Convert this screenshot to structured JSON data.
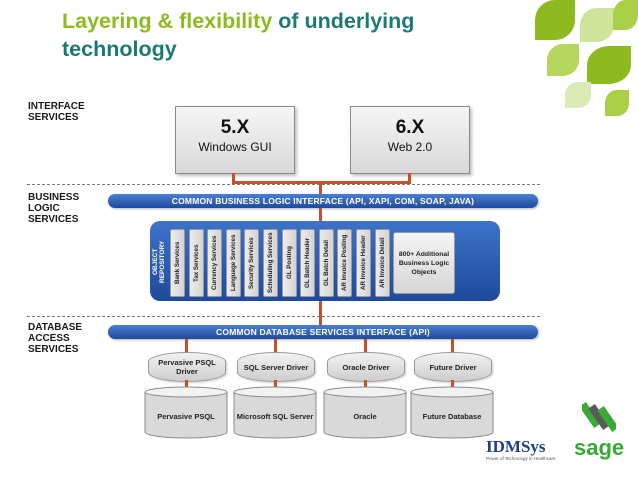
{
  "title": {
    "highlight": "Layering & flexibility",
    "rest": " of underlying technology"
  },
  "sections": {
    "interface": [
      "INTERFACE",
      "SERVICES"
    ],
    "business": [
      "BUSINESS",
      "LOGIC",
      "SERVICES"
    ],
    "database": [
      "DATABASE",
      "ACCESS",
      "SERVICES"
    ]
  },
  "gui_boxes": [
    {
      "version": "5.X",
      "label": "Windows GUI"
    },
    {
      "version": "6.X",
      "label": "Web 2.0"
    }
  ],
  "business_interface": "COMMON BUSINESS LOGIC INTERFACE (API, XAPI, COM, SOAP, JAVA)",
  "object_repository": "OBJECT REPOSITORY",
  "services": [
    "Bank Services",
    "Tax Services",
    "Currency Services",
    "Language Services",
    "Security Services",
    "Scheduling Services",
    "GL Posting",
    "GL Batch Header",
    "GL Batch Detail",
    "AR Invoice Posting",
    "AR Invoice Header",
    "AR Invoice Detail"
  ],
  "more_objects": "800+ Additional Business Logic Objects",
  "database_interface": "COMMON DATABASE SERVICES INTERFACE (API)",
  "drivers": [
    {
      "driver": "Pervasive PSQL Driver",
      "database": "Pervasive PSQL"
    },
    {
      "driver": "SQL Server Driver",
      "database": "Microsoft SQL Server"
    },
    {
      "driver": "Oracle Driver",
      "database": "Oracle"
    },
    {
      "driver": "Future Driver",
      "database": "Future Database"
    }
  ],
  "logos": {
    "idmsys": "IDMSys",
    "idmsys_tagline": "Power of Technology in Healthcare",
    "sage": "sage"
  },
  "colors": {
    "title_teal": "#1d7a73",
    "title_green": "#8dbb1f",
    "interface_blue": "#2a5db0",
    "connector": "#c0522c",
    "sage_green": "#3aa935"
  }
}
